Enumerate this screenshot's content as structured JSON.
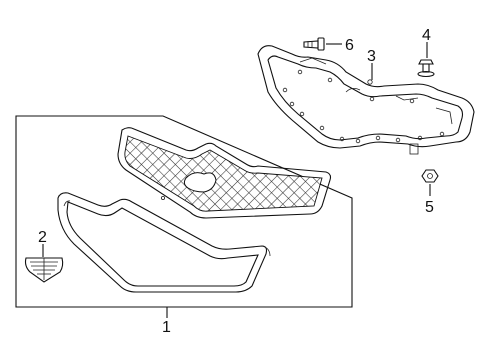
{
  "callouts": {
    "c1": "1",
    "c2": "2",
    "c3": "3",
    "c4": "4",
    "c5": "5",
    "c6": "6"
  },
  "colors": {
    "ink": "#111111",
    "background": "#ffffff"
  }
}
